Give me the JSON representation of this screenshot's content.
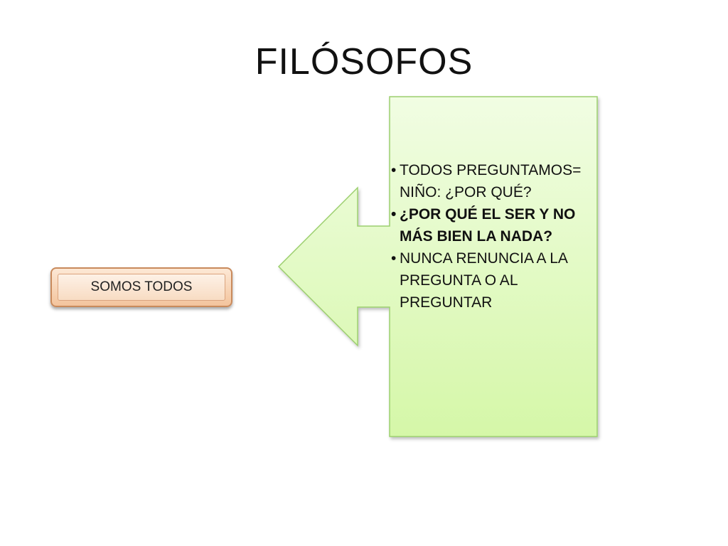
{
  "slide": {
    "title": "FILÓSOFOS"
  },
  "left_box": {
    "label": "SOMOS TODOS"
  },
  "callout": {
    "bullets": [
      "TODOS PREGUNTAMOS= NIÑO: ¿POR QUÉ?",
      "¿POR QUÉ  EL SER Y NO MÁS BIEN LA NADA?",
      "NUNCA RENUNCIA  A LA PREGUNTA O AL PREGUNTAR"
    ],
    "bullet_symbol": "•"
  },
  "colors": {
    "callout_fill_top": "#f1fde3",
    "callout_fill_bottom": "#d5f7a8",
    "callout_border": "#9ccf6e",
    "button_border": "#c98a5c",
    "button_fill": "#f8dcc3"
  },
  "icons": {
    "arrow": "left-arrow-shape"
  }
}
